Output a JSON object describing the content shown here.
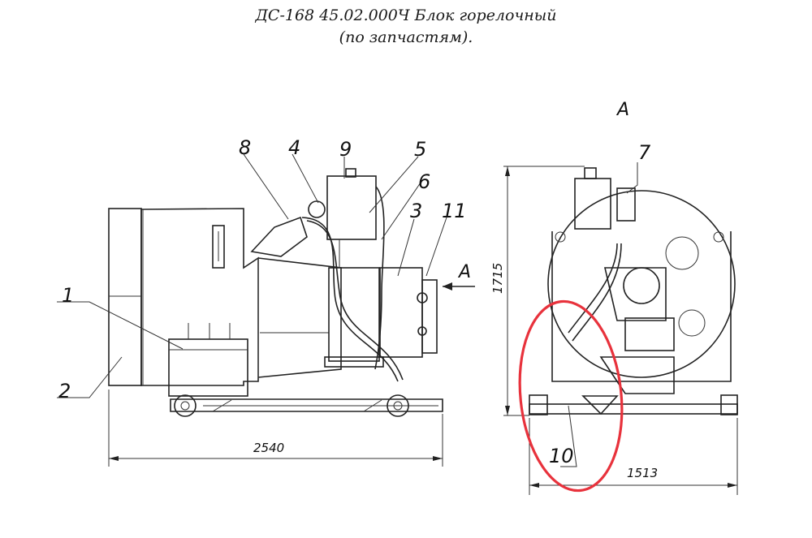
{
  "title": {
    "line1": "ДС-168 45.02.000Ч Блок горелочный",
    "line2": "(по запчастям)."
  },
  "view_label": "А",
  "callouts": [
    "1",
    "2",
    "3",
    "4",
    "5",
    "6",
    "7",
    "8",
    "9",
    "10",
    "11"
  ],
  "dimensions": {
    "side_length": "2540",
    "front_height": "1715",
    "front_width": "1513"
  },
  "arrow_label": "А",
  "colors": {
    "ink": "#222222",
    "highlight": "#e8323c",
    "background": "#ffffff"
  }
}
